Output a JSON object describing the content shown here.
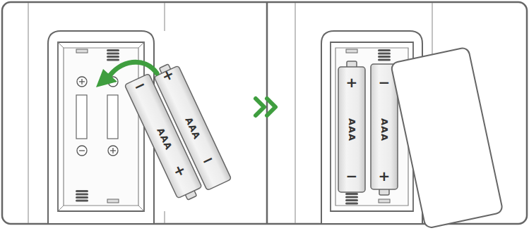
{
  "diagram": {
    "labels": [
      "−",
      "AAA",
      "+",
      "+",
      "AAA",
      "−",
      "+",
      "AAA",
      "−",
      "−",
      "AAA",
      "+"
    ]
  }
}
